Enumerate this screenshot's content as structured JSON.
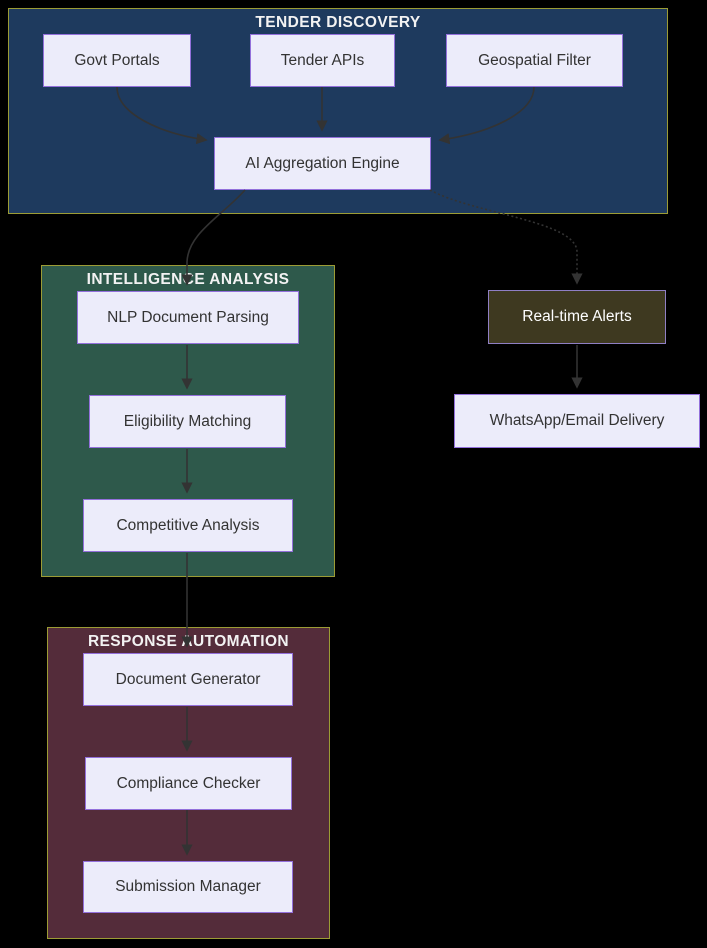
{
  "diagram": {
    "background": "#000000",
    "colors": {
      "arrow": "#333333",
      "node_fill": "#ececfa",
      "node_border": "#9370db",
      "node_text": "#333333",
      "cluster_border": "#9c9c35",
      "cluster_title_text": "#f2f2f2",
      "tender_discovery_fill": "#1e3a5e",
      "intelligence_analysis_fill": "#2e594b",
      "response_automation_fill": "#542c3a",
      "alert_node_fill": "#3e3920",
      "alert_node_border": "#8f7fc4",
      "alert_node_text": "#ffffff"
    },
    "clusters": [
      {
        "title": "TENDER DISCOVERY"
      },
      {
        "title": "INTELLIGENCE ANALYSIS"
      },
      {
        "title": "RESPONSE AUTOMATION"
      }
    ],
    "nodes": [
      {
        "label": "Govt Portals"
      },
      {
        "label": "Tender APIs"
      },
      {
        "label": "Geospatial Filter"
      },
      {
        "label": "AI Aggregation Engine"
      },
      {
        "label": "NLP Document Parsing"
      },
      {
        "label": "Eligibility Matching"
      },
      {
        "label": "Competitive Analysis"
      },
      {
        "label": "Document Generator"
      },
      {
        "label": "Compliance Checker"
      },
      {
        "label": "Submission Manager"
      },
      {
        "label": "Real-time Alerts"
      },
      {
        "label": "WhatsApp/Email Delivery"
      }
    ],
    "edges": [
      {
        "from": "Govt Portals",
        "to": "AI Aggregation Engine",
        "style": "solid"
      },
      {
        "from": "Tender APIs",
        "to": "AI Aggregation Engine",
        "style": "solid"
      },
      {
        "from": "Geospatial Filter",
        "to": "AI Aggregation Engine",
        "style": "solid"
      },
      {
        "from": "AI Aggregation Engine",
        "to": "NLP Document Parsing",
        "style": "solid"
      },
      {
        "from": "AI Aggregation Engine",
        "to": "Real-time Alerts",
        "style": "dotted"
      },
      {
        "from": "NLP Document Parsing",
        "to": "Eligibility Matching",
        "style": "solid"
      },
      {
        "from": "Eligibility Matching",
        "to": "Competitive Analysis",
        "style": "solid"
      },
      {
        "from": "Competitive Analysis",
        "to": "Document Generator",
        "style": "solid"
      },
      {
        "from": "Document Generator",
        "to": "Compliance Checker",
        "style": "solid"
      },
      {
        "from": "Compliance Checker",
        "to": "Submission Manager",
        "style": "solid"
      },
      {
        "from": "Real-time Alerts",
        "to": "WhatsApp/Email Delivery",
        "style": "solid"
      }
    ]
  }
}
